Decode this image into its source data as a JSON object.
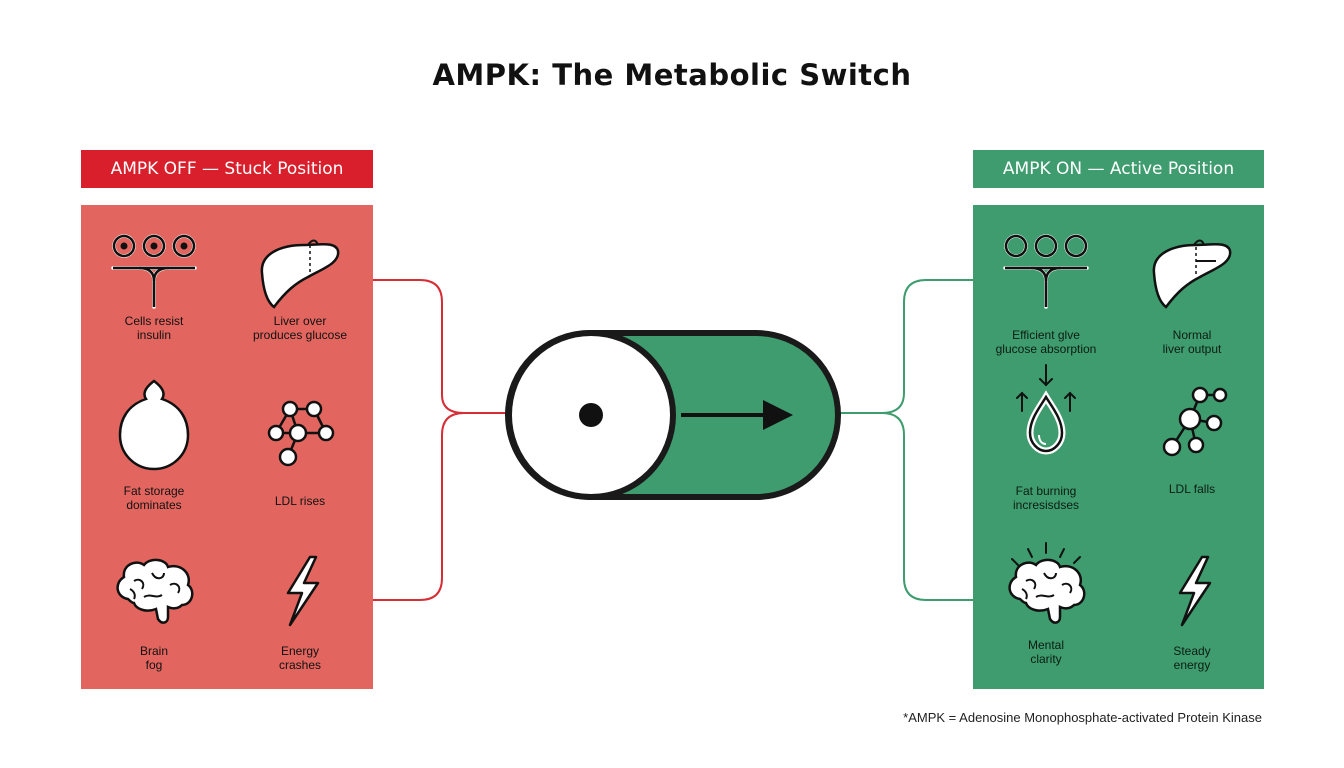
{
  "title": "AMPK: The Metabolic Switch",
  "off_panel": {
    "header": "AMPK OFF — Stuck Position",
    "color": "#e2665f",
    "header_color": "#d91f2b",
    "items": [
      {
        "label": "Cells resist\ninsulin",
        "icon": "cell-receptor-icon"
      },
      {
        "label": "Liver over\nproduces glucose",
        "icon": "liver-icon"
      },
      {
        "label": "Fat storage\ndominates",
        "icon": "fat-drop-icon"
      },
      {
        "label": "LDL rises",
        "icon": "molecule-icon"
      },
      {
        "label": "Brain\nfog",
        "icon": "brain-icon"
      },
      {
        "label": "Energy\ncrashes",
        "icon": "lightning-icon"
      }
    ]
  },
  "on_panel": {
    "header": "AMPK ON — Active Position",
    "color": "#3e9c6e",
    "items": [
      {
        "label": "Efficient glve\nglucose absorption",
        "icon": "cell-receptor-icon"
      },
      {
        "label": "Normal\nliver output",
        "icon": "liver-icon"
      },
      {
        "label": "Fat burning\nincresisdses",
        "icon": "fat-drop-icon"
      },
      {
        "label": "LDL falls",
        "icon": "molecule-icon"
      },
      {
        "label": "Mental\nclarity",
        "icon": "brain-icon"
      },
      {
        "label": "Steady\nenergy",
        "icon": "lightning-icon"
      }
    ]
  },
  "switch": {
    "state": "on",
    "icon": "toggle-switch-icon",
    "on_color": "#3e9c6e"
  },
  "footnote": "*AMPK = Adenosine Monophosphate-activated Protein Kinase"
}
